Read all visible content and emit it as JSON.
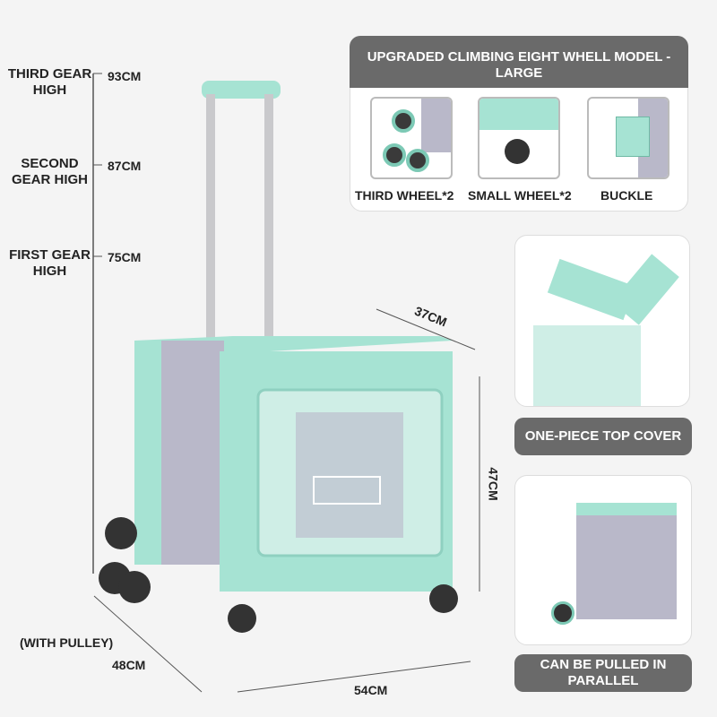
{
  "heights": [
    {
      "label": "THIRD GEAR HIGH",
      "value": "93CM"
    },
    {
      "label": "SECOND GEAR HIGH",
      "value": "87CM"
    },
    {
      "label": "FIRST GEAR HIGH",
      "value": "75CM"
    }
  ],
  "dimensions": {
    "depth": "37CM",
    "height": "47CM",
    "width": "54CM",
    "length": "48CM",
    "length_note": "(WITH PULLEY)"
  },
  "features": {
    "title": "UPGRADED CLIMBING EIGHT WHELL MODEL -LARGE",
    "items": [
      "THIRD WHEEL*2",
      "SMALL WHEEL*2",
      "BUCKLE"
    ]
  },
  "panels": [
    "ONE-PIECE TOP COVER",
    "CAN BE PULLED IN PARALLEL"
  ],
  "colors": {
    "mint": "#a6e3d3",
    "grey": "#b9b8c9",
    "label_bg": "#6a6a6a"
  }
}
